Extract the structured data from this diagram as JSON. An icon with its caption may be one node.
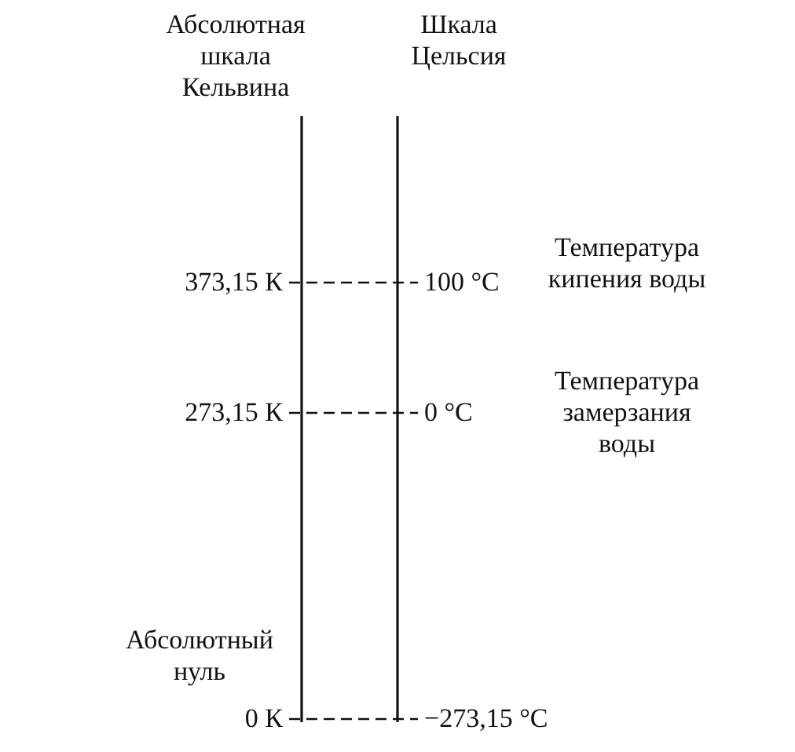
{
  "diagram": {
    "labels": [
      "Абсолютная шкала Кельвина",
      "Шкала Цельсия",
      "373,15 К",
      "100 °C",
      "Температура кипения воды",
      "273,15 К",
      "0 °C",
      "Температура замерзания воды",
      "Абсолютный нуль",
      "0 К",
      "−273,15 °C"
    ]
  }
}
